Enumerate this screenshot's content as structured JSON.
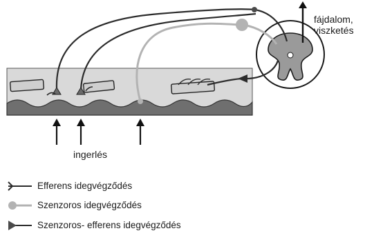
{
  "labels": {
    "stimulus": "ingerlés",
    "output_line1": "fájdalom,",
    "output_line2": "viszketés"
  },
  "legend": {
    "efferent": "Efferens idegvégződés",
    "sensory": "Szenzoros idegvégződés",
    "sensory_efferent": "Szenzoros- efferens idegvégződés"
  },
  "colors": {
    "efferent_line": "#2b2b2b",
    "sensory_line": "#b3b3b3",
    "skin_light": "#d9d9d9",
    "skin_dark": "#6f6f6f",
    "spinal_grey": "#9a9a9a"
  }
}
